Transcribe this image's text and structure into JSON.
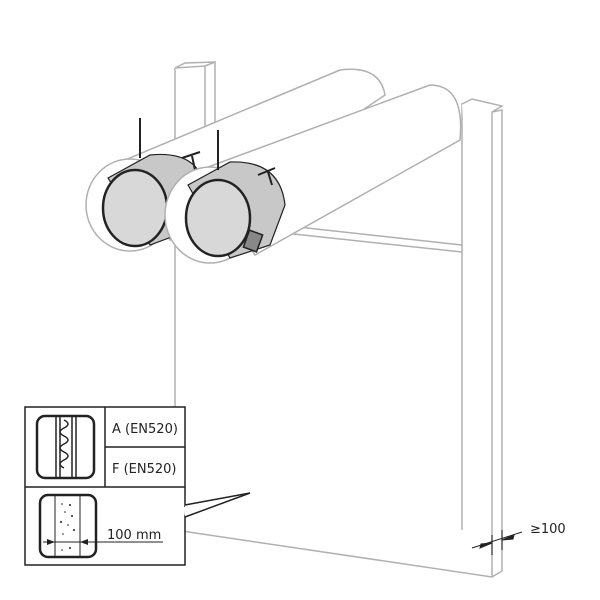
{
  "legend": {
    "row1_label": "A (EN520)",
    "row2_label": "F (EN520)",
    "thickness_label": "100 mm"
  },
  "dimension": {
    "clearance_label": "≥100"
  },
  "colors": {
    "wall_line": "#b0b0b0",
    "damper_fill": "#c8c8c8",
    "ink": "#222222"
  }
}
